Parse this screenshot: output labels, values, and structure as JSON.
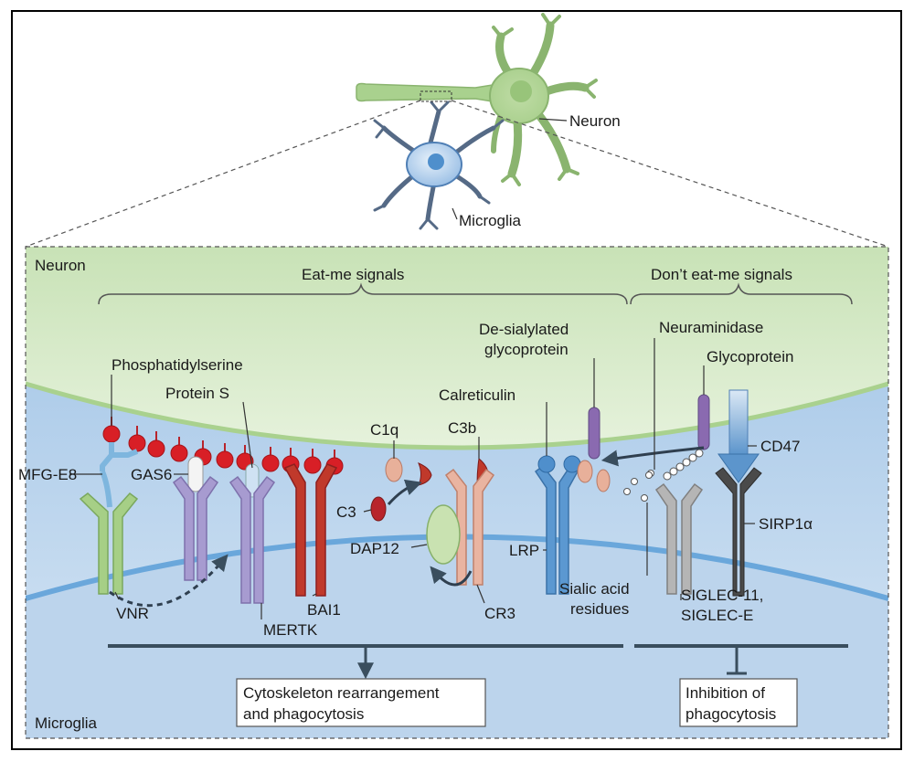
{
  "top": {
    "neuron_label": "Neuron",
    "microglia_label": "Microglia"
  },
  "regions": {
    "neuron_label": "Neuron",
    "microglia_label": "Microglia"
  },
  "groups": {
    "eat_me": "Eat-me signals",
    "dont_eat_me": "Don’t eat-me signals"
  },
  "labels": {
    "phosphatidylserine": "Phosphatidylserine",
    "protein_s": "Protein S",
    "mfg_e8": "MFG-E8",
    "gas6": "GAS6",
    "vnr": "VNR",
    "mertk": "MERTK",
    "bai1": "BAI1",
    "c1q": "C1q",
    "c3": "C3",
    "c3b": "C3b",
    "dap12": "DAP12",
    "cr3": "CR3",
    "calreticulin": "Calreticulin",
    "de_sialylated_1": "De-sialylated",
    "de_sialylated_2": "glycoprotein",
    "lrp": "LRP",
    "neuraminidase": "Neuraminidase",
    "glycoprotein": "Glycoprotein",
    "sialic_1": "Sialic acid",
    "sialic_2": "residues",
    "cd47": "CD47",
    "sirp1a": "SIRP1α",
    "siglec_1": "SIGLEC-11,",
    "siglec_2": "SIGLEC-E"
  },
  "outcomes": {
    "phagocytosis_1": "Cytoskeleton rearrangement",
    "phagocytosis_2": "and phagocytosis",
    "inhibition_1": "Inhibition of",
    "inhibition_2": "phagocytosis"
  },
  "colors": {
    "neuron": "#cfe6bf",
    "microglia": "#c3d9ef",
    "membrane_neuron": "#a9d18e",
    "membrane_microglia": "#6aa7db",
    "ps_red": "#d81f26",
    "vnr_green": "#8dc16a",
    "mertk_purple": "#9b8fc4",
    "bai1_red": "#b8242b",
    "cr3_pink": "#e6a994",
    "lrp_blue": "#4f8fcc",
    "siglec_gray": "#a8a8a8",
    "sirp_dark": "#4a4a4a",
    "glyco_purple": "#8a6ab0"
  }
}
